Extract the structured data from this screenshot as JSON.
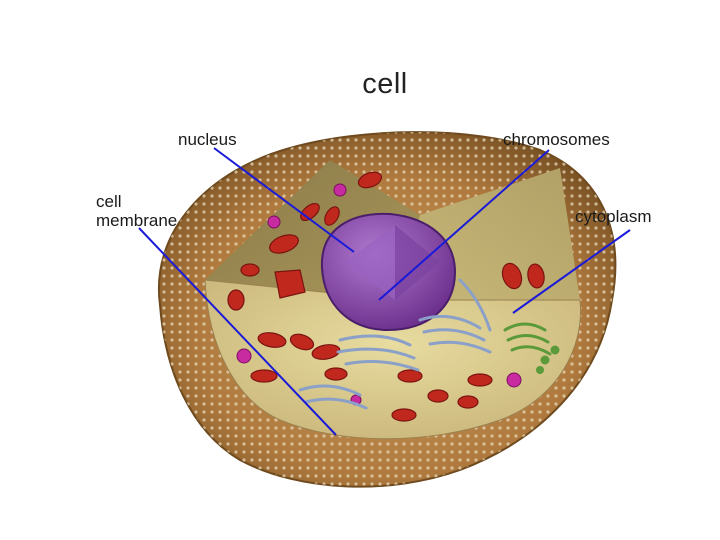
{
  "diagram": {
    "title": "cell",
    "labels": {
      "nucleus": "nucleus",
      "chromosomes": "chromosomes",
      "cell_membrane_line1": "cell",
      "cell_membrane_line2": "membrane",
      "cytoplasm": "cytoplasm"
    },
    "colors": {
      "leader_line": "#1a1ad8",
      "membrane": "#a87a44",
      "cytoplasm": "#d8c98c",
      "nucleus": "#8a4aa8",
      "mitochondria": "#c0281e",
      "vesicles": "#c82aa0",
      "golgi": "#5a9a3a",
      "er": "#8aa0c8"
    }
  }
}
